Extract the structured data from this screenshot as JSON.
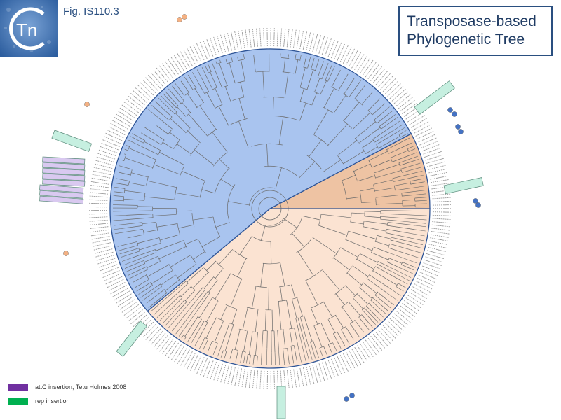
{
  "figure_label": "Fig. IS110.3",
  "logo": {
    "text": "Tn",
    "icon": "tn-logo-icon"
  },
  "title": {
    "line1": "Transposase-based",
    "line2": "Phylogenetic Tree"
  },
  "legend": {
    "items": [
      {
        "label": "attC insertion, Tetu Holmes 2008",
        "color": "#7030a0"
      },
      {
        "label": "rep insertion",
        "color": "#00b050"
      }
    ]
  },
  "clades": [
    {
      "name": "blue",
      "color": "#a9c4ef",
      "edge": "#2f5597"
    },
    {
      "name": "dark-orange",
      "color": "#eec3a3",
      "edge": "#2f5597"
    },
    {
      "name": "light-orange",
      "color": "#fbe3d2",
      "edge": "#2f5597"
    }
  ],
  "markers": {
    "blue_dot": "#4472c4",
    "orange_dot": "#f4b183",
    "rep_box": "#c6efe0",
    "attc_box": "#d9c9f0"
  }
}
